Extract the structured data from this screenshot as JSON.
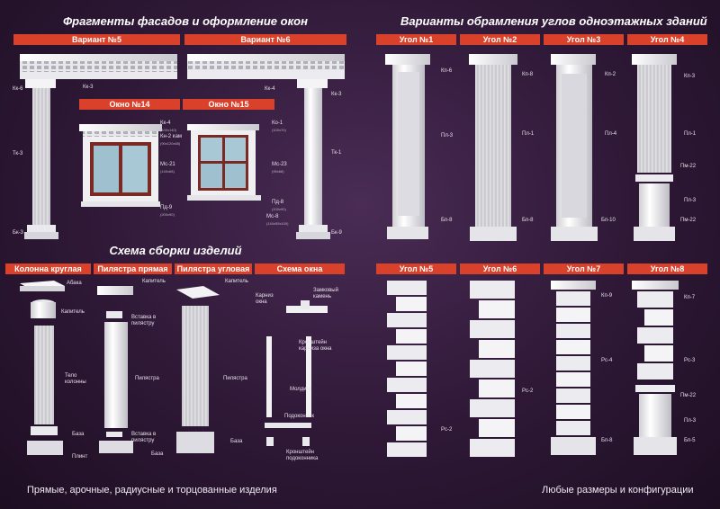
{
  "titles": {
    "facades": "Фрагменты фасадов и оформление окон",
    "corners": "Варианты обрамления углов одноэтажных зданий",
    "assembly": "Схема сборки изделий"
  },
  "bars": {
    "variant5": "Вариант №5",
    "variant6": "Вариант №6",
    "window14": "Окно №14",
    "window15": "Окно №15",
    "column_round": "Колонна круглая",
    "pilaster_straight": "Пилястра прямая",
    "pilaster_corner": "Пилястра угловая",
    "window_scheme": "Схема окна",
    "corner1": "Угол №1",
    "corner2": "Угол №2",
    "corner3": "Угол №3",
    "corner4": "Угол №4",
    "corner5": "Угол №5",
    "corner6": "Угол №6",
    "corner7": "Угол №7",
    "corner8": "Угол №8"
  },
  "labels": {
    "v5_kk6": "Кк-6",
    "v5_kk3": "Кк-3",
    "v5_tk3": "Тк-3",
    "v5_bk3": "Бк-3",
    "v6_kk4": "Кк-4",
    "v6_kk3": "Кк-3",
    "v6_tk1": "Тк-1",
    "v6_bk9": "Бк-9",
    "w14_kk4": "Кк-4",
    "w14_kk4_size": "(100х140)",
    "w14_kn2": "Кн-2 кам",
    "w14_kn2_size": "(90х120х68)",
    "w14_ms21": "Мс-21",
    "w14_ms21_size": "(140х68)",
    "w14_pd9": "Пд-9",
    "w14_pd9_size": "(200х90)",
    "w15_ko1": "Ко-1",
    "w15_ko1_size": "(100х70)",
    "w15_ms23": "Мс-23",
    "w15_ms23_size": "(95х68)",
    "w15_pd8": "Пд-8",
    "w15_pd8_size": "(100х90)",
    "w15_ms8": "Мс-8",
    "w15_ms8_size": "(140х55х100)",
    "col_abaka": "Абака",
    "col_kapitel": "Капитель",
    "col_telo": "Тело колонны",
    "col_baza": "База",
    "col_plint": "Плинт",
    "pp_kapitel": "Капитель",
    "pp_vstavka": "Вставка в пилястру",
    "pp_pilastra": "Пилястра",
    "pp_vstavka2": "Вставка в пилястру",
    "pp_baza": "База",
    "pu_kapitel": "Капитель",
    "pu_pilastra": "Пилястра",
    "pu_baza": "База",
    "ws_karniz": "Карниз окна",
    "ws_zamk": "Замковый камень",
    "ws_kronsh": "Кронштейн карниза окна",
    "ws_molding": "Молдинг",
    "ws_podokon": "Подоконник",
    "ws_kronsh2": "Кронштейн подоконника",
    "c1_kp6": "Кп-6",
    "c1_pl3": "Пл-3",
    "c1_bp8": "Бп-8",
    "c2_kp8": "Кп-8",
    "c2_pl1": "Пл-1",
    "c2_bp8": "Бп-8",
    "c3_kp2": "Кп-2",
    "c3_pl4": "Пл-4",
    "c3_bp10": "Бп-10",
    "c4_kp3": "Кп-3",
    "c4_pl1": "Пл-1",
    "c4_pm22": "Пм-22",
    "c4_pl3": "Пл-3",
    "c4_pm22b": "Пм-22",
    "c5_rs2": "Рс-2",
    "c6_rs2": "Рс-2",
    "c7_kp9": "Кп-9",
    "c7_rs4": "Рс-4",
    "c7_bp8": "Бп-8",
    "c8_kp7": "Кп-7",
    "c8_rs3": "Рс-3",
    "c8_pm22": "Пм-22",
    "c8_pl3": "Пл-3",
    "c8_bp5": "Бп-5"
  },
  "footer": {
    "left": "Прямые, арочные, радиусные и торцованные изделия",
    "right": "Любые размеры и конфигурации"
  },
  "colors": {
    "accent": "#d9412b",
    "background": "#2b1733",
    "stucco": "#f2f2f2",
    "window_frame": "#7a2a22"
  }
}
